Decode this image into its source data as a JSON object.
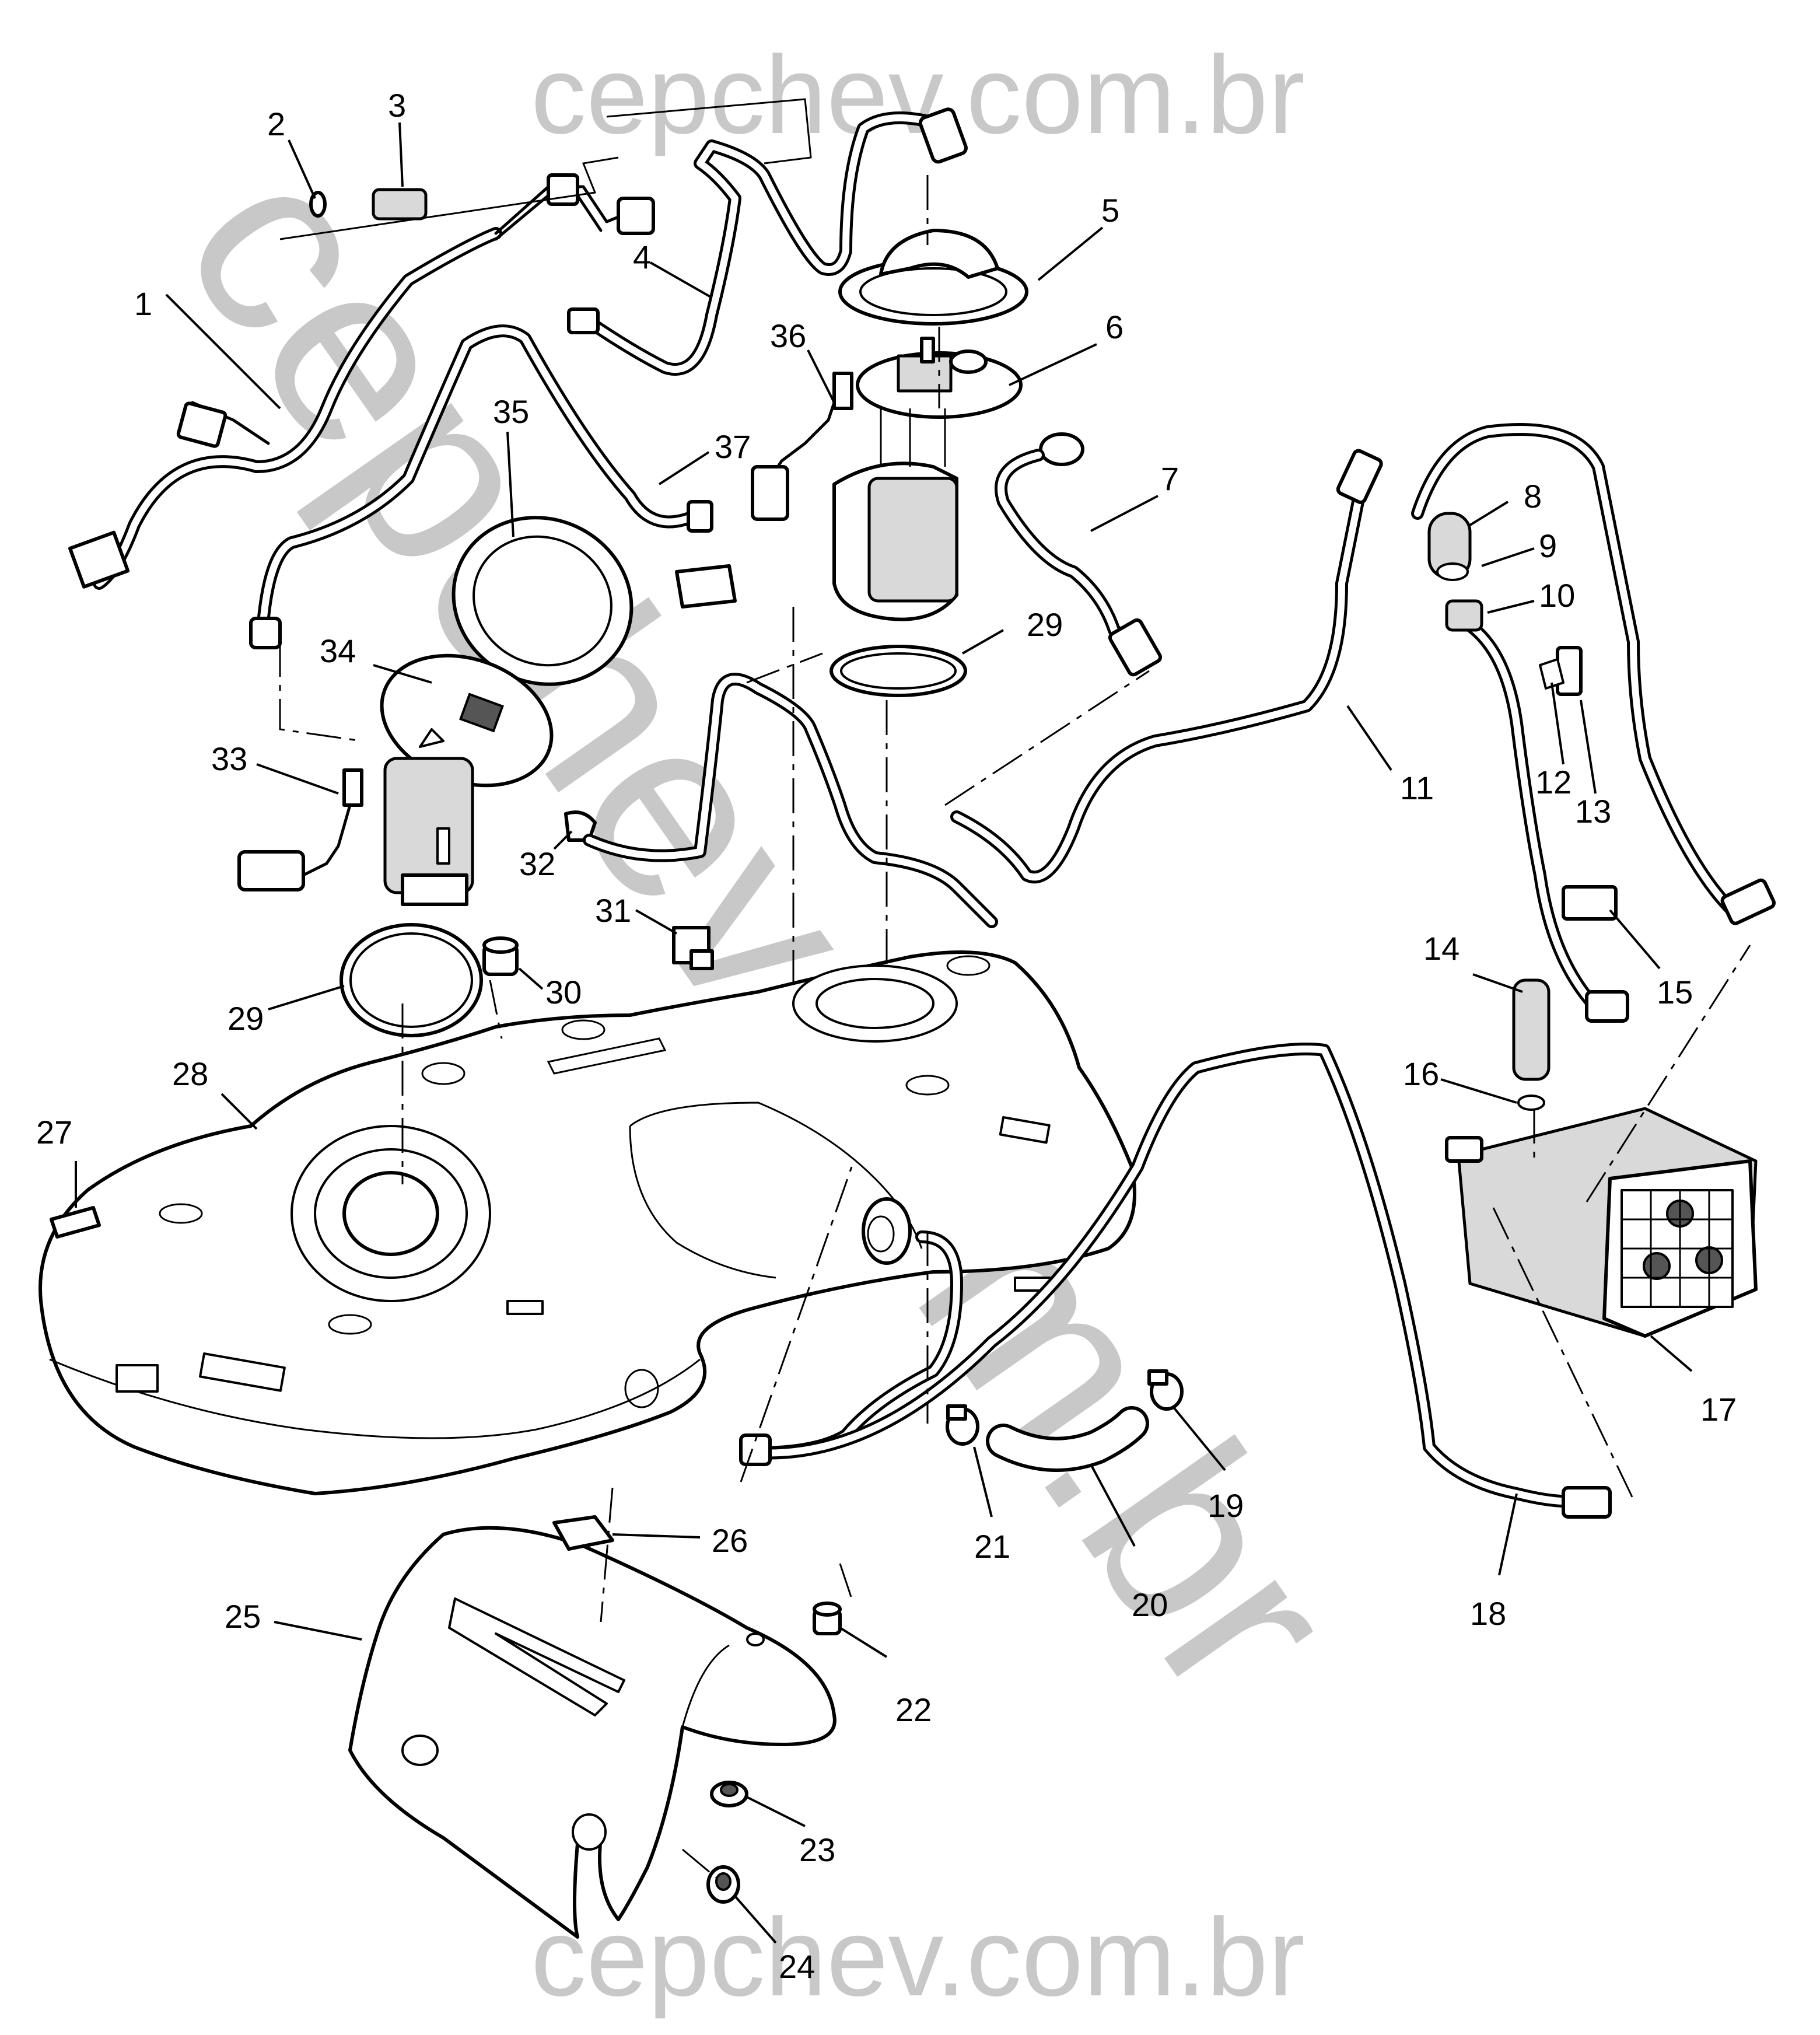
{
  "watermark": {
    "top": "cepchev.com.br",
    "bottom": "cepchev.com.br",
    "diagonal": "cepchev.com.br"
  },
  "callouts": {
    "c1": "1",
    "c2": "2",
    "c3": "3",
    "c4": "4",
    "c5": "5",
    "c6": "6",
    "c7": "7",
    "c8": "8",
    "c9": "9",
    "c10": "10",
    "c11": "11",
    "c12": "12",
    "c13": "13",
    "c14": "14",
    "c15": "15",
    "c16": "16",
    "c17": "17",
    "c18": "18",
    "c19": "19",
    "c20": "20",
    "c21": "21",
    "c22": "22",
    "c23": "23",
    "c24": "24",
    "c25": "25",
    "c26": "26",
    "c27": "27",
    "c28": "28",
    "c29a": "29",
    "c29b": "29",
    "c30": "30",
    "c31": "31",
    "c32": "32",
    "c33": "33",
    "c34": "34",
    "c35": "35",
    "c36": "36",
    "c37": "37"
  }
}
